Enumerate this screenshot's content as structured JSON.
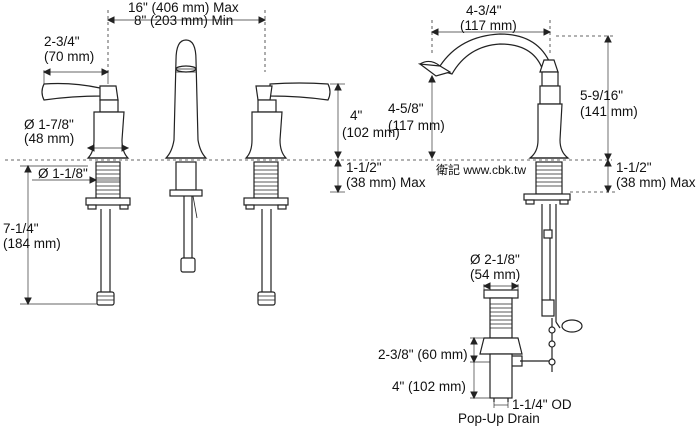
{
  "labels": {
    "top_span_max": "16\" (406 mm) Max",
    "top_span_min": "8\" (203 mm) Min",
    "handle_width_in": "2-3/4\"",
    "handle_width_mm": "(70 mm)",
    "base_dia_in": "Ø 1-7/8\"",
    "base_dia_mm": "(48 mm)",
    "shank_dia": "Ø 1-1/8\"",
    "total_len_in": "7-1/4\"",
    "total_len_mm": "(184 mm)",
    "handle_height_in": "4\"",
    "handle_height_mm": "(102 mm)",
    "deck_max_in": "1-1/2\"",
    "deck_max_mm": "(38 mm) Max",
    "watermark": "衛記 www.cbk.tw",
    "spout_reach_in": "4-3/4\"",
    "spout_reach_mm": "(117 mm)",
    "spout_under_in": "4-5/8\"",
    "spout_under_mm": "(117 mm)",
    "spout_height_in": "5-9/16\"",
    "spout_height_mm": "(141 mm)",
    "deck_max2_in": "1-1/2\"",
    "deck_max2_mm": "(38 mm) Max",
    "drain_dia_in": "Ø 2-1/8\"",
    "drain_dia_mm": "(54 mm)",
    "drain_h1": "2-3/8\" (60 mm)",
    "drain_h2": "4\" (102 mm)",
    "drain_od": "1-1/4\" OD",
    "drain_title": "Pop-Up Drain"
  }
}
